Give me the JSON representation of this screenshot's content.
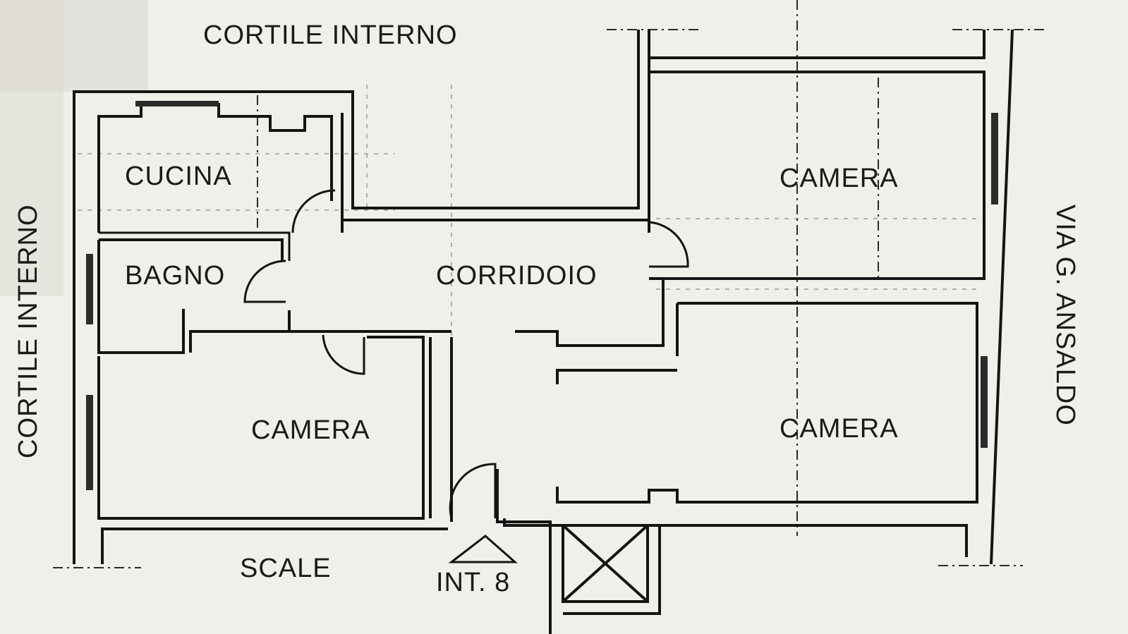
{
  "labels": {
    "cortile_top": "CORTILE INTERNO",
    "cortile_left": "CORTILE INTERNO",
    "via": "VIA G. ANSALDO",
    "cucina": "CUCINA",
    "bagno": "BAGNO",
    "corridoio": "CORRIDOIO",
    "camera_top_right": "CAMERA",
    "camera_bottom_left": "CAMERA",
    "camera_bottom_right": "CAMERA",
    "scale": "SCALE",
    "int": "INT. 8"
  }
}
